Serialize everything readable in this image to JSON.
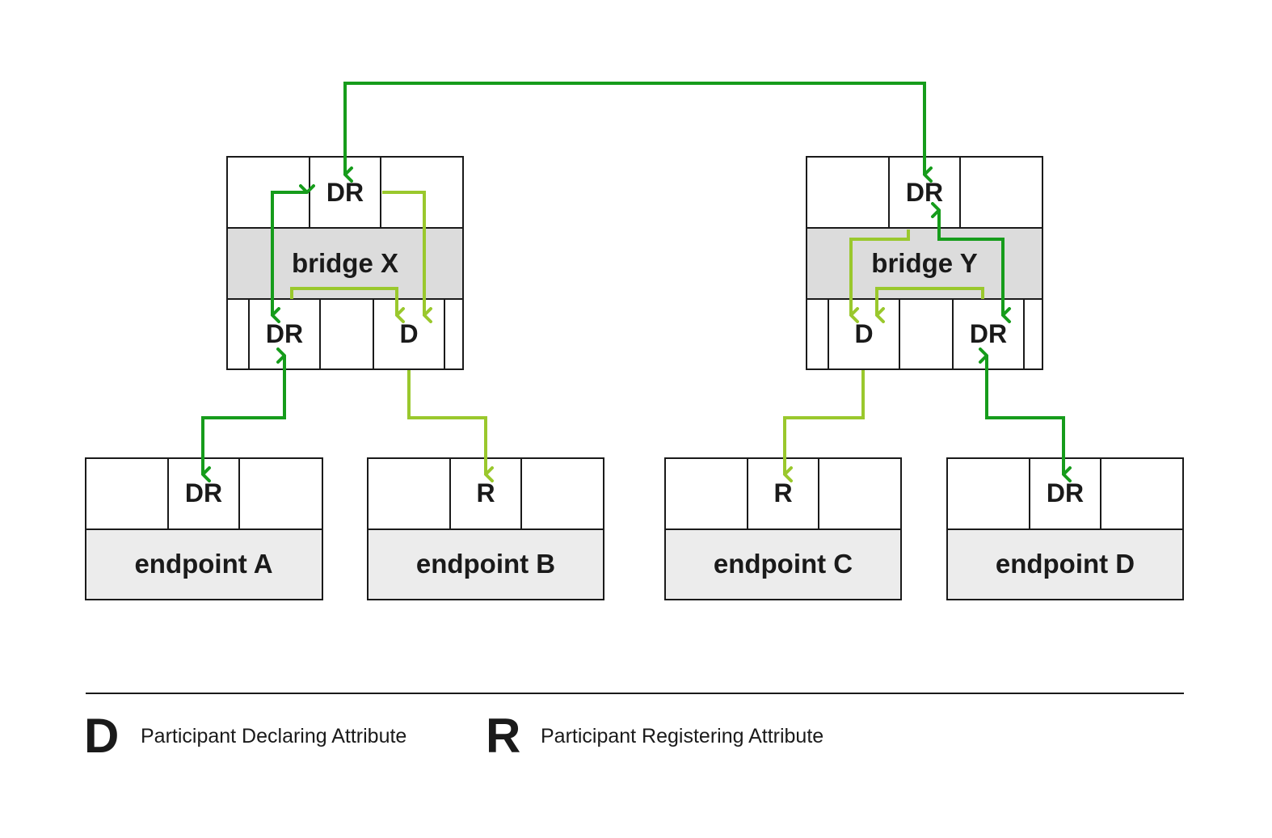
{
  "colors": {
    "dark_green": "#169c1b",
    "light_green": "#9ac82d",
    "stroke": "#1a1a1a",
    "bridge_band": "#dcdcdc",
    "endpoint_band": "#ececec"
  },
  "bridges": [
    {
      "id": "bridge-x",
      "name": "bridge X",
      "top_port": "DR",
      "ports": [
        "DR",
        "D"
      ]
    },
    {
      "id": "bridge-y",
      "name": "bridge Y",
      "top_port": "DR",
      "ports": [
        "D",
        "DR"
      ]
    }
  ],
  "endpoints": [
    {
      "id": "endpoint-a",
      "name": "endpoint A",
      "port": "DR"
    },
    {
      "id": "endpoint-b",
      "name": "endpoint B",
      "port": "R"
    },
    {
      "id": "endpoint-c",
      "name": "endpoint C",
      "port": "R"
    },
    {
      "id": "endpoint-d",
      "name": "endpoint D",
      "port": "DR"
    }
  ],
  "legend": {
    "items": [
      {
        "letter": "D",
        "text": "Participant Declaring Attribute"
      },
      {
        "letter": "R",
        "text": "Participant Registering Attribute"
      }
    ]
  }
}
